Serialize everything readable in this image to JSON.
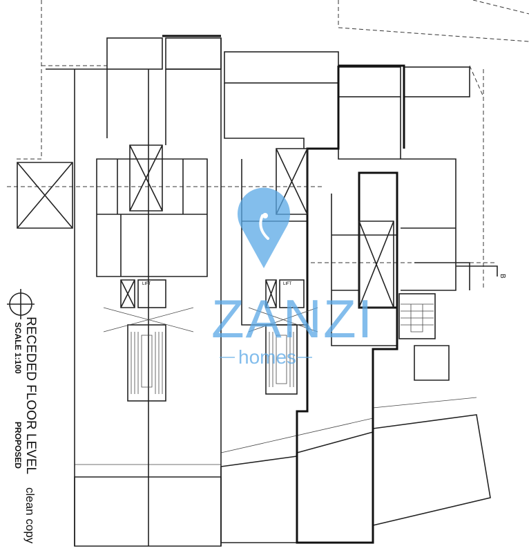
{
  "title_block": {
    "title": "RECEDED FLOOR LEVEL",
    "scale": "SCALE 1:100",
    "status": "PROPOSED",
    "note": "clean copy"
  },
  "section_marker": "B",
  "room_labels": {
    "lift": "LIFT"
  },
  "watermark": {
    "brand": "ZANZI",
    "sub": "homes",
    "color": "#5aa8e6"
  }
}
